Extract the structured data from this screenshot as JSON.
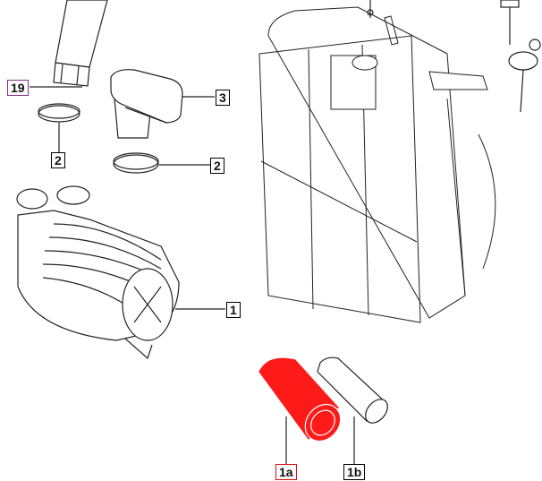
{
  "callouts": {
    "c19": "19",
    "c3": "3",
    "c2a": "2",
    "c2b": "2",
    "c1": "1",
    "c1a": "1a",
    "c1b": "1b"
  },
  "colors": {
    "highlight": "#ff1a1a",
    "selected_border": "#8b2b8b",
    "red_border": "#e01010"
  }
}
